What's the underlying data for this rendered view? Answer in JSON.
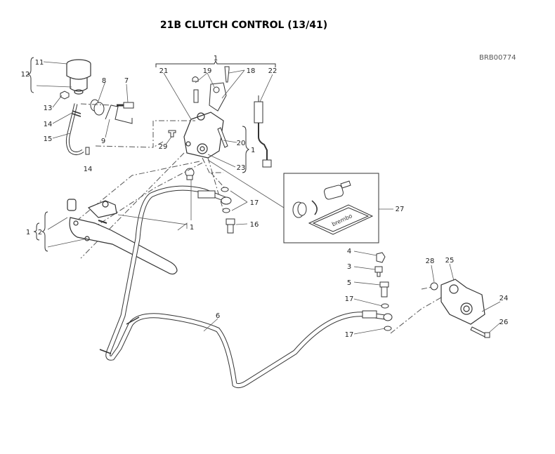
{
  "title": "21B CLUTCH CONTROL (13/41)",
  "reference": "BRB00774",
  "callouts": {
    "c1_top": "1",
    "c1_right": "1",
    "c1_left": "1",
    "c1_bottom": "1",
    "c2": "2",
    "c3": "3",
    "c4": "4",
    "c5": "5",
    "c6": "6",
    "c7": "7",
    "c8": "8",
    "c9": "9",
    "c11": "11",
    "c12": "12",
    "c13": "13",
    "c14_a": "14",
    "c14_b": "14",
    "c15": "15",
    "c16": "16",
    "c17_a": "17",
    "c17_b": "17",
    "c17_c": "17",
    "c18": "18",
    "c19": "19",
    "c20": "20",
    "c21": "21",
    "c22": "22",
    "c23": "23",
    "c24": "24",
    "c25": "25",
    "c26": "26",
    "c27": "27",
    "c28": "28",
    "c29": "29"
  },
  "kit_logo_text": "brembo"
}
